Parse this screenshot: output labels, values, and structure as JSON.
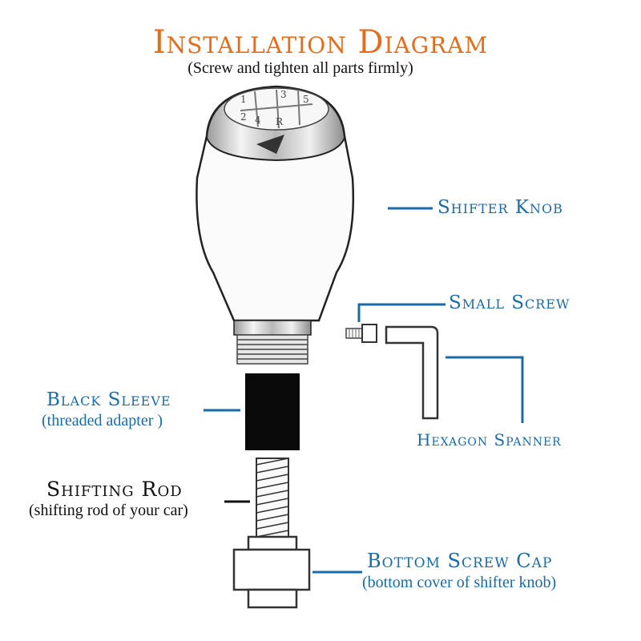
{
  "title": "Installation Diagram",
  "subtitle": "(Screw and tighten all parts firmly)",
  "knob_gear_markings": [
    "1",
    "3",
    "5",
    "2",
    "4",
    "R"
  ],
  "labels": {
    "shifter_knob": "Shifter Knob",
    "small_screw": "Small Screw",
    "black_sleeve": "Black Sleeve",
    "black_sleeve_sub": "(threaded adapter )",
    "hexagon_spanner": "Hexagon Spanner",
    "shifting_rod": "Shifting Rod",
    "shifting_rod_sub": "(shifting rod of your car)",
    "bottom_screw_cap": "Bottom Screw Cap",
    "bottom_screw_cap_sub": "(bottom cover of shifter knob)"
  },
  "colors": {
    "title": "#e46c1a",
    "label_blue": "#1a6aa8",
    "label_black": "#111111",
    "sleeve": "#0a0a0a"
  }
}
